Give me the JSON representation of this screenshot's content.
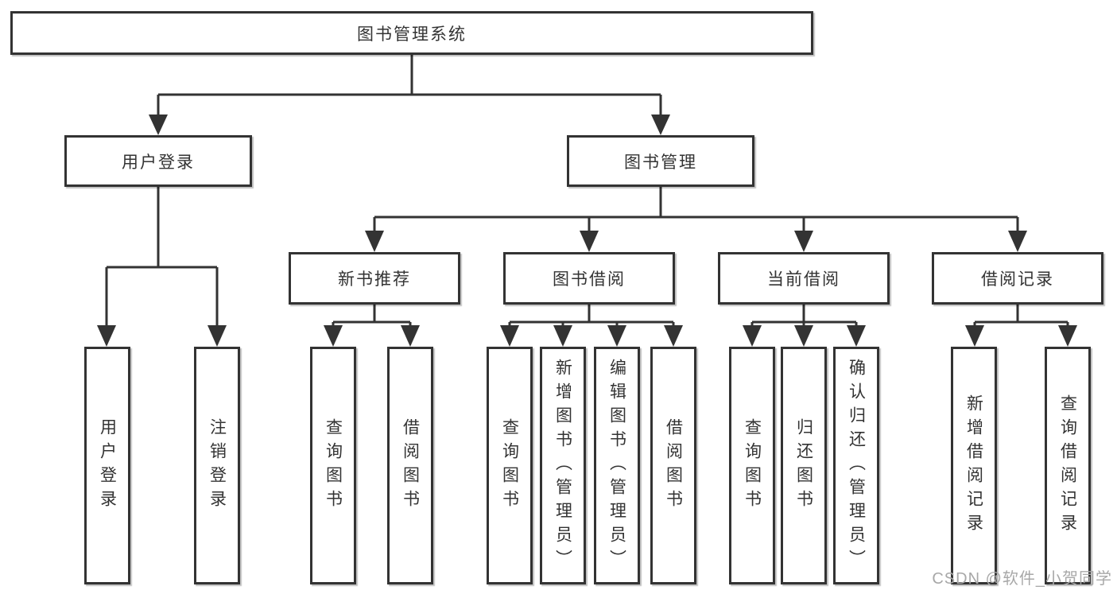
{
  "tree": {
    "root": {
      "label": "图书管理系统"
    },
    "branches": [
      {
        "label": "用户登录",
        "children": [
          {
            "label": "用户登录"
          },
          {
            "label": "注销登录"
          }
        ]
      },
      {
        "label": "图书管理",
        "children": [
          {
            "label": "新书推荐",
            "children": [
              {
                "label": "查询图书"
              },
              {
                "label": "借阅图书"
              }
            ]
          },
          {
            "label": "图书借阅",
            "children": [
              {
                "label": "查询图书"
              },
              {
                "label": "新增图书（管理员）"
              },
              {
                "label": "编辑图书（管理员）"
              },
              {
                "label": "借阅图书"
              }
            ]
          },
          {
            "label": "当前借阅",
            "children": [
              {
                "label": "查询图书"
              },
              {
                "label": "归还图书"
              },
              {
                "label": "确认归还（管理员）"
              }
            ]
          },
          {
            "label": "借阅记录",
            "children": [
              {
                "label": "新增借阅记录"
              },
              {
                "label": "查询借阅记录"
              }
            ]
          }
        ]
      }
    ]
  },
  "watermark": {
    "text": "CSDN @软件_小贺同学"
  },
  "colors": {
    "line": "#333333",
    "box_border": "#333333",
    "text": "#333333",
    "background": "#ffffff",
    "watermark": "#a8a8a8"
  }
}
